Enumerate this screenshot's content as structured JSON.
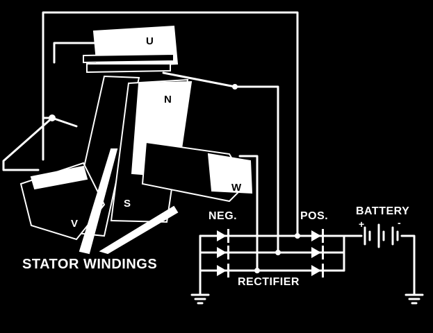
{
  "diagram": {
    "labels": {
      "stator_windings": "STATOR WINDINGS",
      "rectifier": "RECTIFIER",
      "neg": "NEG.",
      "pos": "POS.",
      "battery": "BATTERY",
      "battery_plus": "+",
      "battery_minus": "-",
      "winding_u": "U",
      "winding_v": "V",
      "winding_w": "W",
      "pole_n": "N",
      "pole_s": "S"
    },
    "colors": {
      "background": "#000000",
      "line": "#ffffff"
    }
  }
}
